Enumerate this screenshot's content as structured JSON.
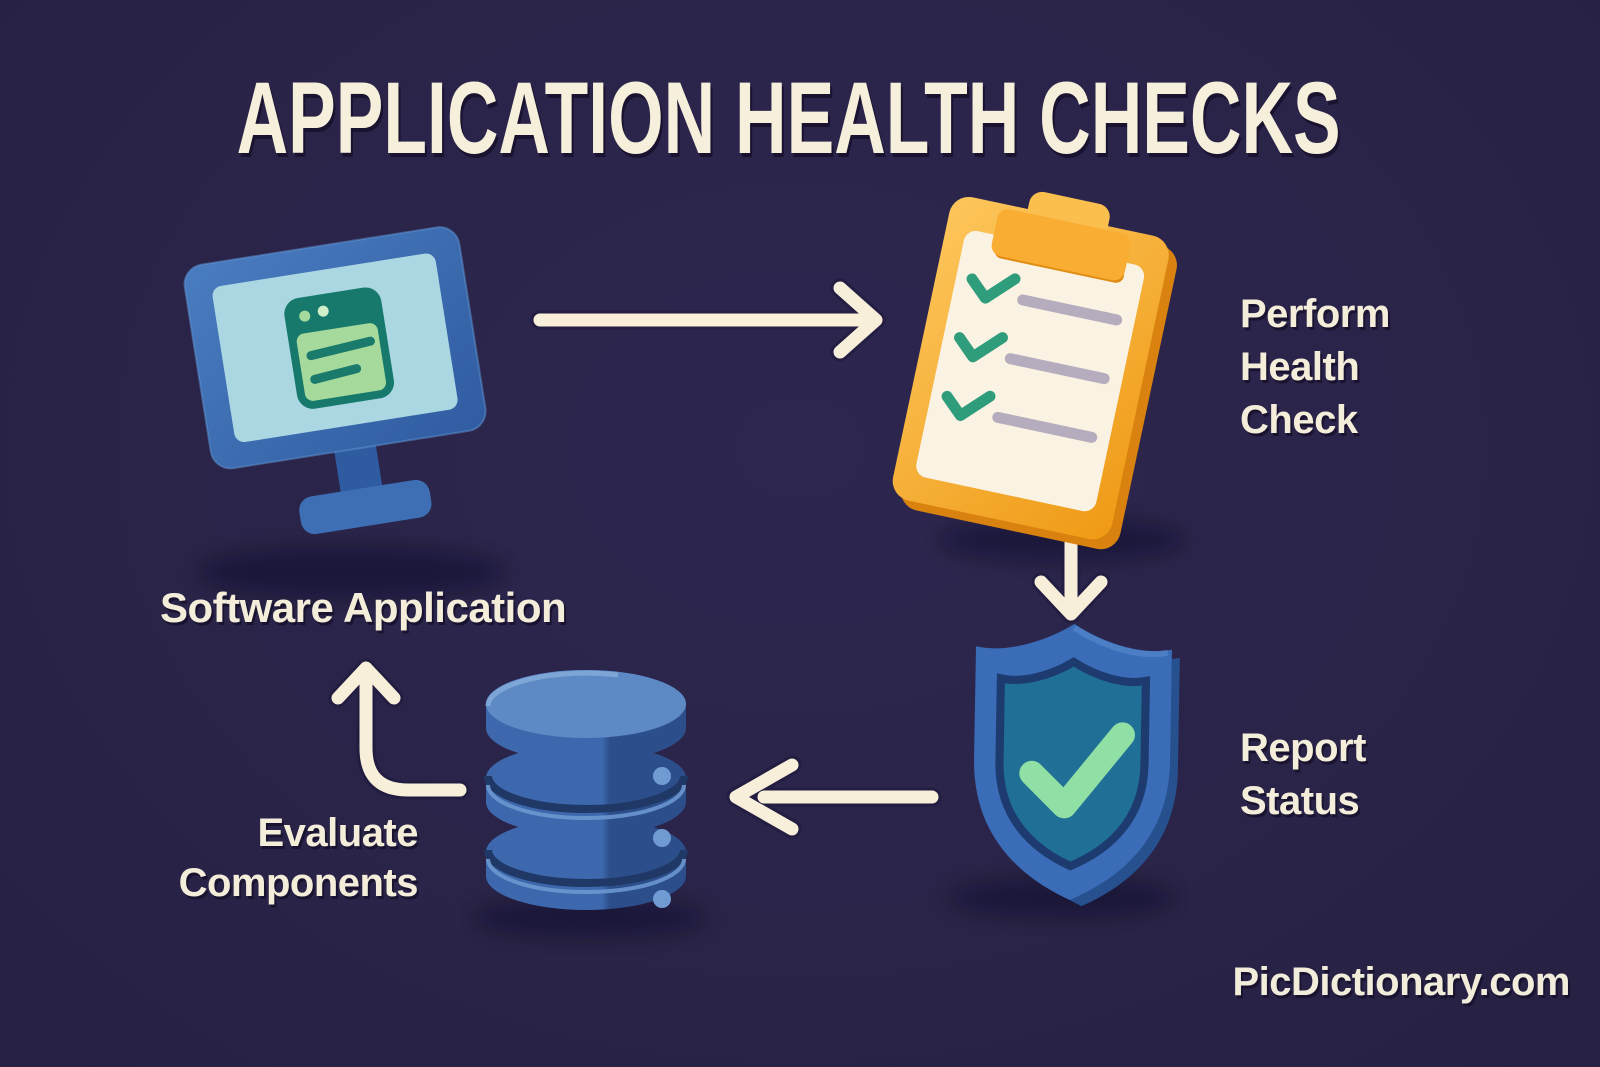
{
  "title": "APPLICATION HEALTH CHECKS",
  "watermark": "PicDictionary.com",
  "nodes": {
    "software_application": {
      "label": "Software Application",
      "icon": "monitor-icon"
    },
    "perform_health_check": {
      "lines": [
        "Perform",
        "Health",
        "Check"
      ],
      "icon": "clipboard-checklist-icon"
    },
    "report_status": {
      "lines": [
        "Report",
        "Status"
      ],
      "icon": "shield-check-icon"
    },
    "evaluate_components": {
      "lines": [
        "Evaluate",
        "Components"
      ],
      "icon": "database-icon"
    }
  },
  "flow": [
    {
      "from": "Software Application",
      "to": "Perform Health Check",
      "arrow": "right"
    },
    {
      "from": "Perform Health Check",
      "to": "Report Status",
      "arrow": "down"
    },
    {
      "from": "Report Status",
      "to": "Evaluate Components",
      "arrow": "left"
    },
    {
      "from": "Evaluate Components",
      "to": "Software Application",
      "arrow": "curve-up"
    }
  ],
  "colors": {
    "background": "#2a2449",
    "text_cream": "#f4edda",
    "arrow_cream": "#f8efdb",
    "monitor_frame_blue": "#3e6fb4",
    "monitor_screen_blue": "#abd7e2",
    "window_teal": "#17796c",
    "window_green": "#a6da9c",
    "clipboard_orange": "#f6a524",
    "clipboard_paper": "#faf2e2",
    "checkmark_green": "#2f9d7c",
    "checklist_line_gray": "#b5adbe",
    "shield_outer_blue": "#3a6cb7",
    "shield_inner_teal": "#1f6f96",
    "shield_check_green": "#90dfa5",
    "database_blue": "#3c66ab",
    "database_top_blue": "#5d89c5"
  }
}
